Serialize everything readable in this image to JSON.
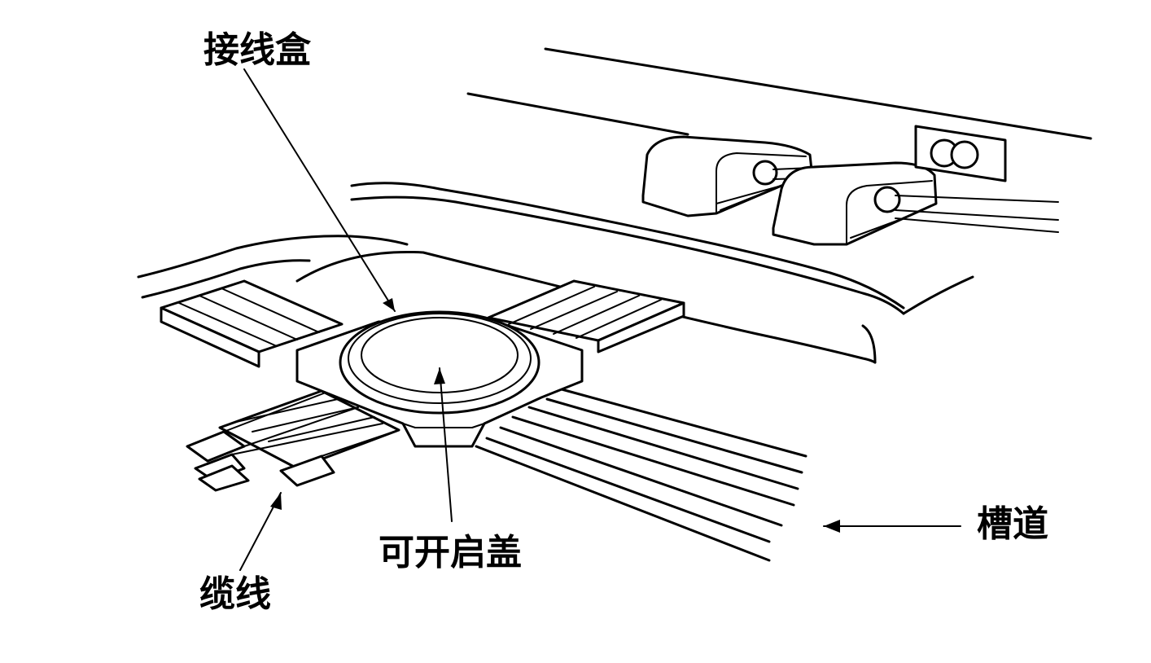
{
  "labels": {
    "junction_box": "接线盒",
    "openable_cover": "可开启盖",
    "trough": "槽道",
    "cable": "缆线"
  },
  "colors": {
    "ink": "#000000",
    "background": "#ffffff"
  }
}
